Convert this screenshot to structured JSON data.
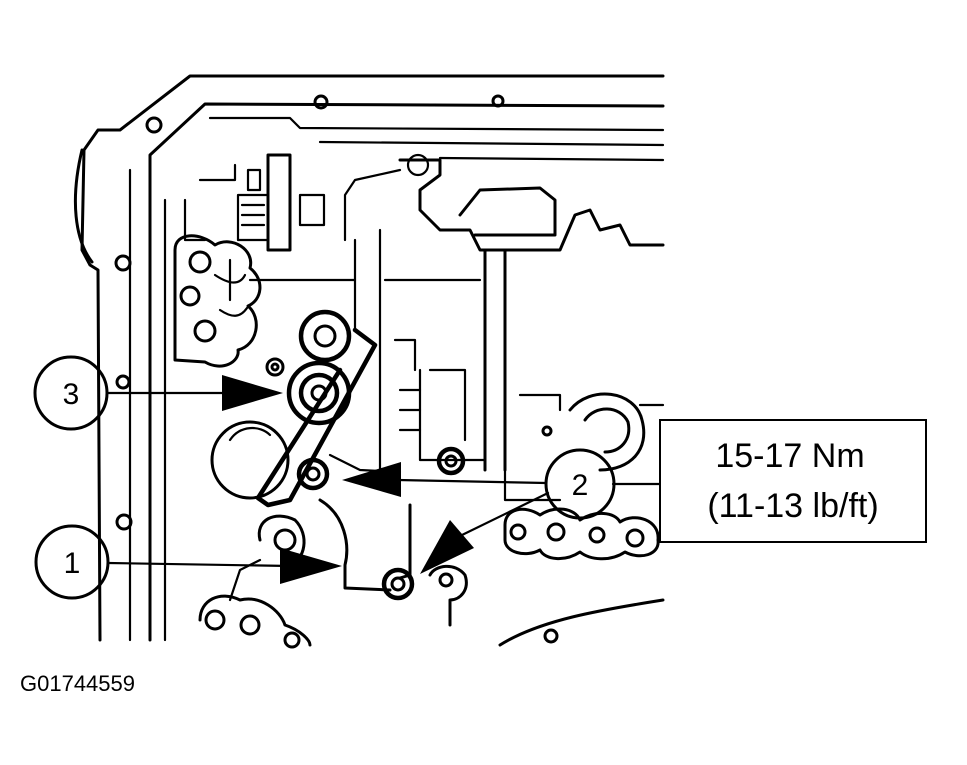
{
  "callouts": [
    {
      "id": "1",
      "label": "1"
    },
    {
      "id": "2",
      "label": "2"
    },
    {
      "id": "3",
      "label": "3"
    }
  ],
  "torque_spec": {
    "line1": "15-17 Nm",
    "line2": "(11-13 lb/ft)"
  },
  "figure_code": "G01744559"
}
